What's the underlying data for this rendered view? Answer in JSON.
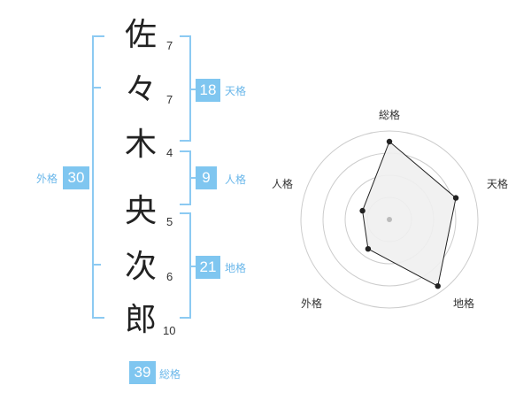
{
  "name": {
    "chars": [
      {
        "char": "佐",
        "strokes": "7"
      },
      {
        "char": "々",
        "strokes": "7"
      },
      {
        "char": "木",
        "strokes": "4"
      },
      {
        "char": "央",
        "strokes": "5"
      },
      {
        "char": "次",
        "strokes": "6"
      },
      {
        "char": "郎",
        "strokes": "10"
      }
    ]
  },
  "kaku": {
    "tenkaku": {
      "label": "天格",
      "value": "18"
    },
    "jinkaku": {
      "label": "人格",
      "value": "9"
    },
    "chikaku": {
      "label": "地格",
      "value": "21"
    },
    "gaikaku": {
      "label": "外格",
      "value": "30"
    },
    "soukaku": {
      "label": "総格",
      "value": "39"
    }
  },
  "colors": {
    "accent": "#7fc6f0",
    "bracket": "#8ccaf2",
    "label": "#6ab7ea"
  },
  "chart_data": {
    "type": "radar",
    "axes": [
      "総格",
      "天格",
      "地格",
      "外格",
      "人格"
    ],
    "values": [
      0.88,
      0.79,
      0.93,
      0.41,
      0.32
    ],
    "max": 1,
    "rings": 4,
    "fill": "#f0f0f0"
  }
}
